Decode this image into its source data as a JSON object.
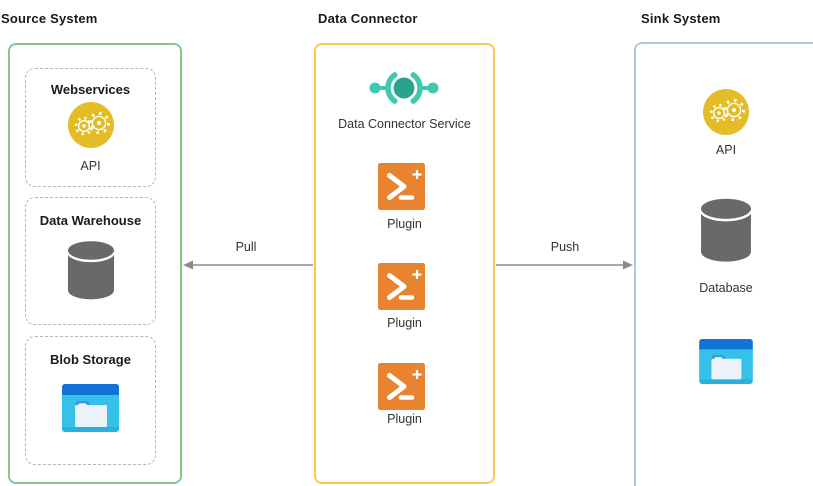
{
  "source": {
    "title": "Source System",
    "webservices": {
      "title": "Webservices",
      "api_label": "API"
    },
    "data_warehouse": {
      "title": "Data Warehouse"
    },
    "blob_storage": {
      "title": "Blob Storage"
    }
  },
  "connector": {
    "title": "Data Connector",
    "service_label": "Data Connector Service",
    "plugins": [
      {
        "label": "Plugin"
      },
      {
        "label": "Plugin"
      },
      {
        "label": "Plugin"
      }
    ]
  },
  "sink": {
    "title": "Sink System",
    "api_label": "API",
    "database_label": "Database"
  },
  "arrows": {
    "pull_label": "Pull",
    "push_label": "Push"
  },
  "colors": {
    "source_border": "#85C787",
    "connector_border": "#F7CB4D",
    "sink_border": "#A9CBE4",
    "api_icon_bg": "#E3BC26",
    "plugin_icon_bg": "#E8842F",
    "connector_icon": "#3FC7B0",
    "connector_icon_core": "#2BA38C",
    "database_icon": "#696969",
    "blob_icon_body": "#35C1E8",
    "blob_icon_bar": "#1173D3",
    "dashed_border": "#b5b5b5",
    "arrow": "#8C8C8C"
  }
}
